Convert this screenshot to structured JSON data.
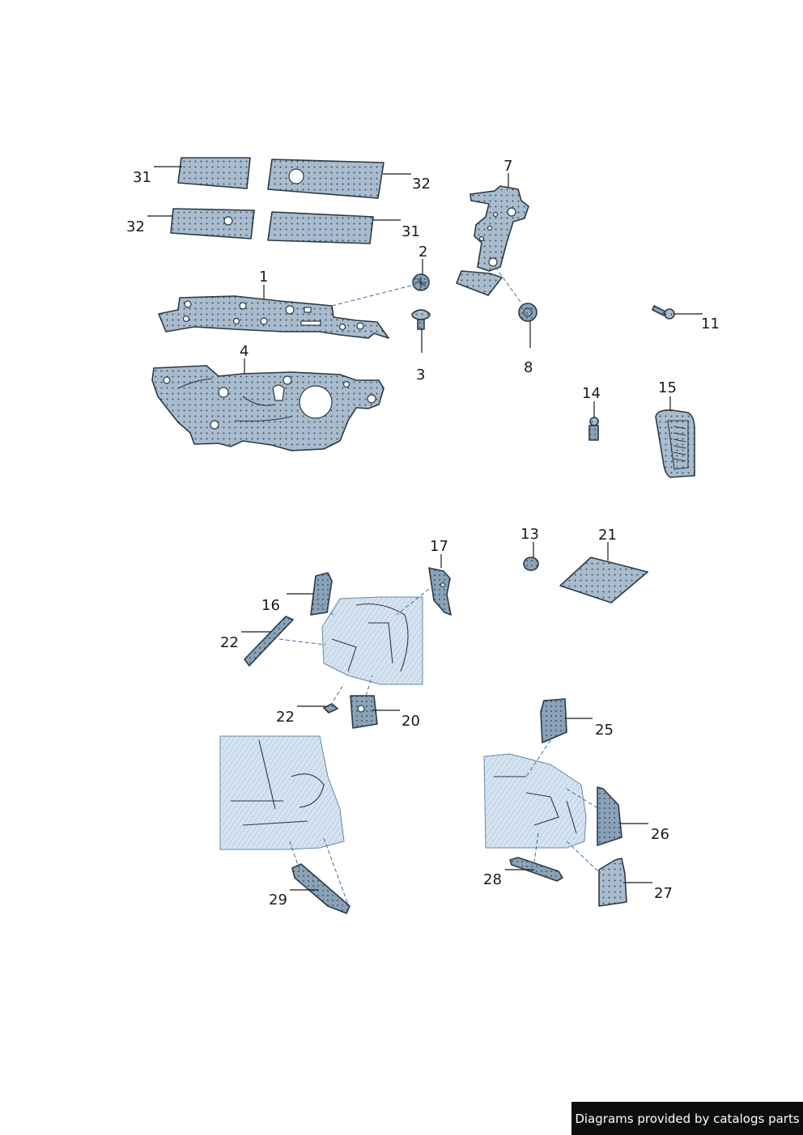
{
  "labels": {
    "p31a": "31",
    "p32a": "32",
    "p32b": "32",
    "p31b": "31",
    "p1": "1",
    "p2": "2",
    "p3": "3",
    "p4": "4",
    "p7": "7",
    "p8": "8",
    "p11": "11",
    "p14": "14",
    "p15": "15",
    "p13": "13",
    "p21": "21",
    "p17": "17",
    "p16": "16",
    "p22a": "22",
    "p22b": "22",
    "p20": "20",
    "p25": "25",
    "p26": "26",
    "p27": "27",
    "p28": "28",
    "p29": "29"
  },
  "footer": {
    "credit": "Diagrams provided by catalogs parts"
  },
  "colors": {
    "part_fill": "#9fb4c6",
    "outline": "#2a3a48",
    "body_tint": "#c9dced",
    "leader_dash": "#3b6fa0"
  }
}
